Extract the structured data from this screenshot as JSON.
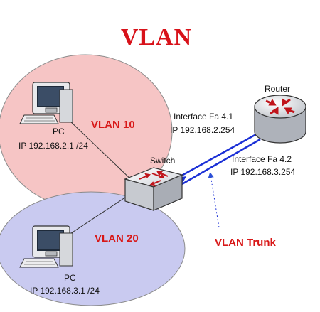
{
  "title": "VLAN",
  "vlans": [
    {
      "label": "VLAN 10",
      "color": "#f6c5c5"
    },
    {
      "label": "VLAN 20",
      "color": "#c9caf0"
    }
  ],
  "pcs": [
    {
      "label": "PC",
      "ip": "IP 192.168.2.1 /24"
    },
    {
      "label": "PC",
      "ip": "IP 192.168.3.1 /24"
    }
  ],
  "switch": {
    "label": "Switch"
  },
  "router": {
    "label": "Router"
  },
  "interfaces": [
    {
      "name": "Interface Fa 4.1",
      "ip": "IP 192.168.2.254"
    },
    {
      "name": "Interface Fa 4.2",
      "ip": "IP 192.168.3.254"
    }
  ],
  "trunk": {
    "label": "VLAN Trunk",
    "color": "#1a2fd6"
  },
  "colors": {
    "title": "#d8121a",
    "vlan_label": "#d81818"
  }
}
